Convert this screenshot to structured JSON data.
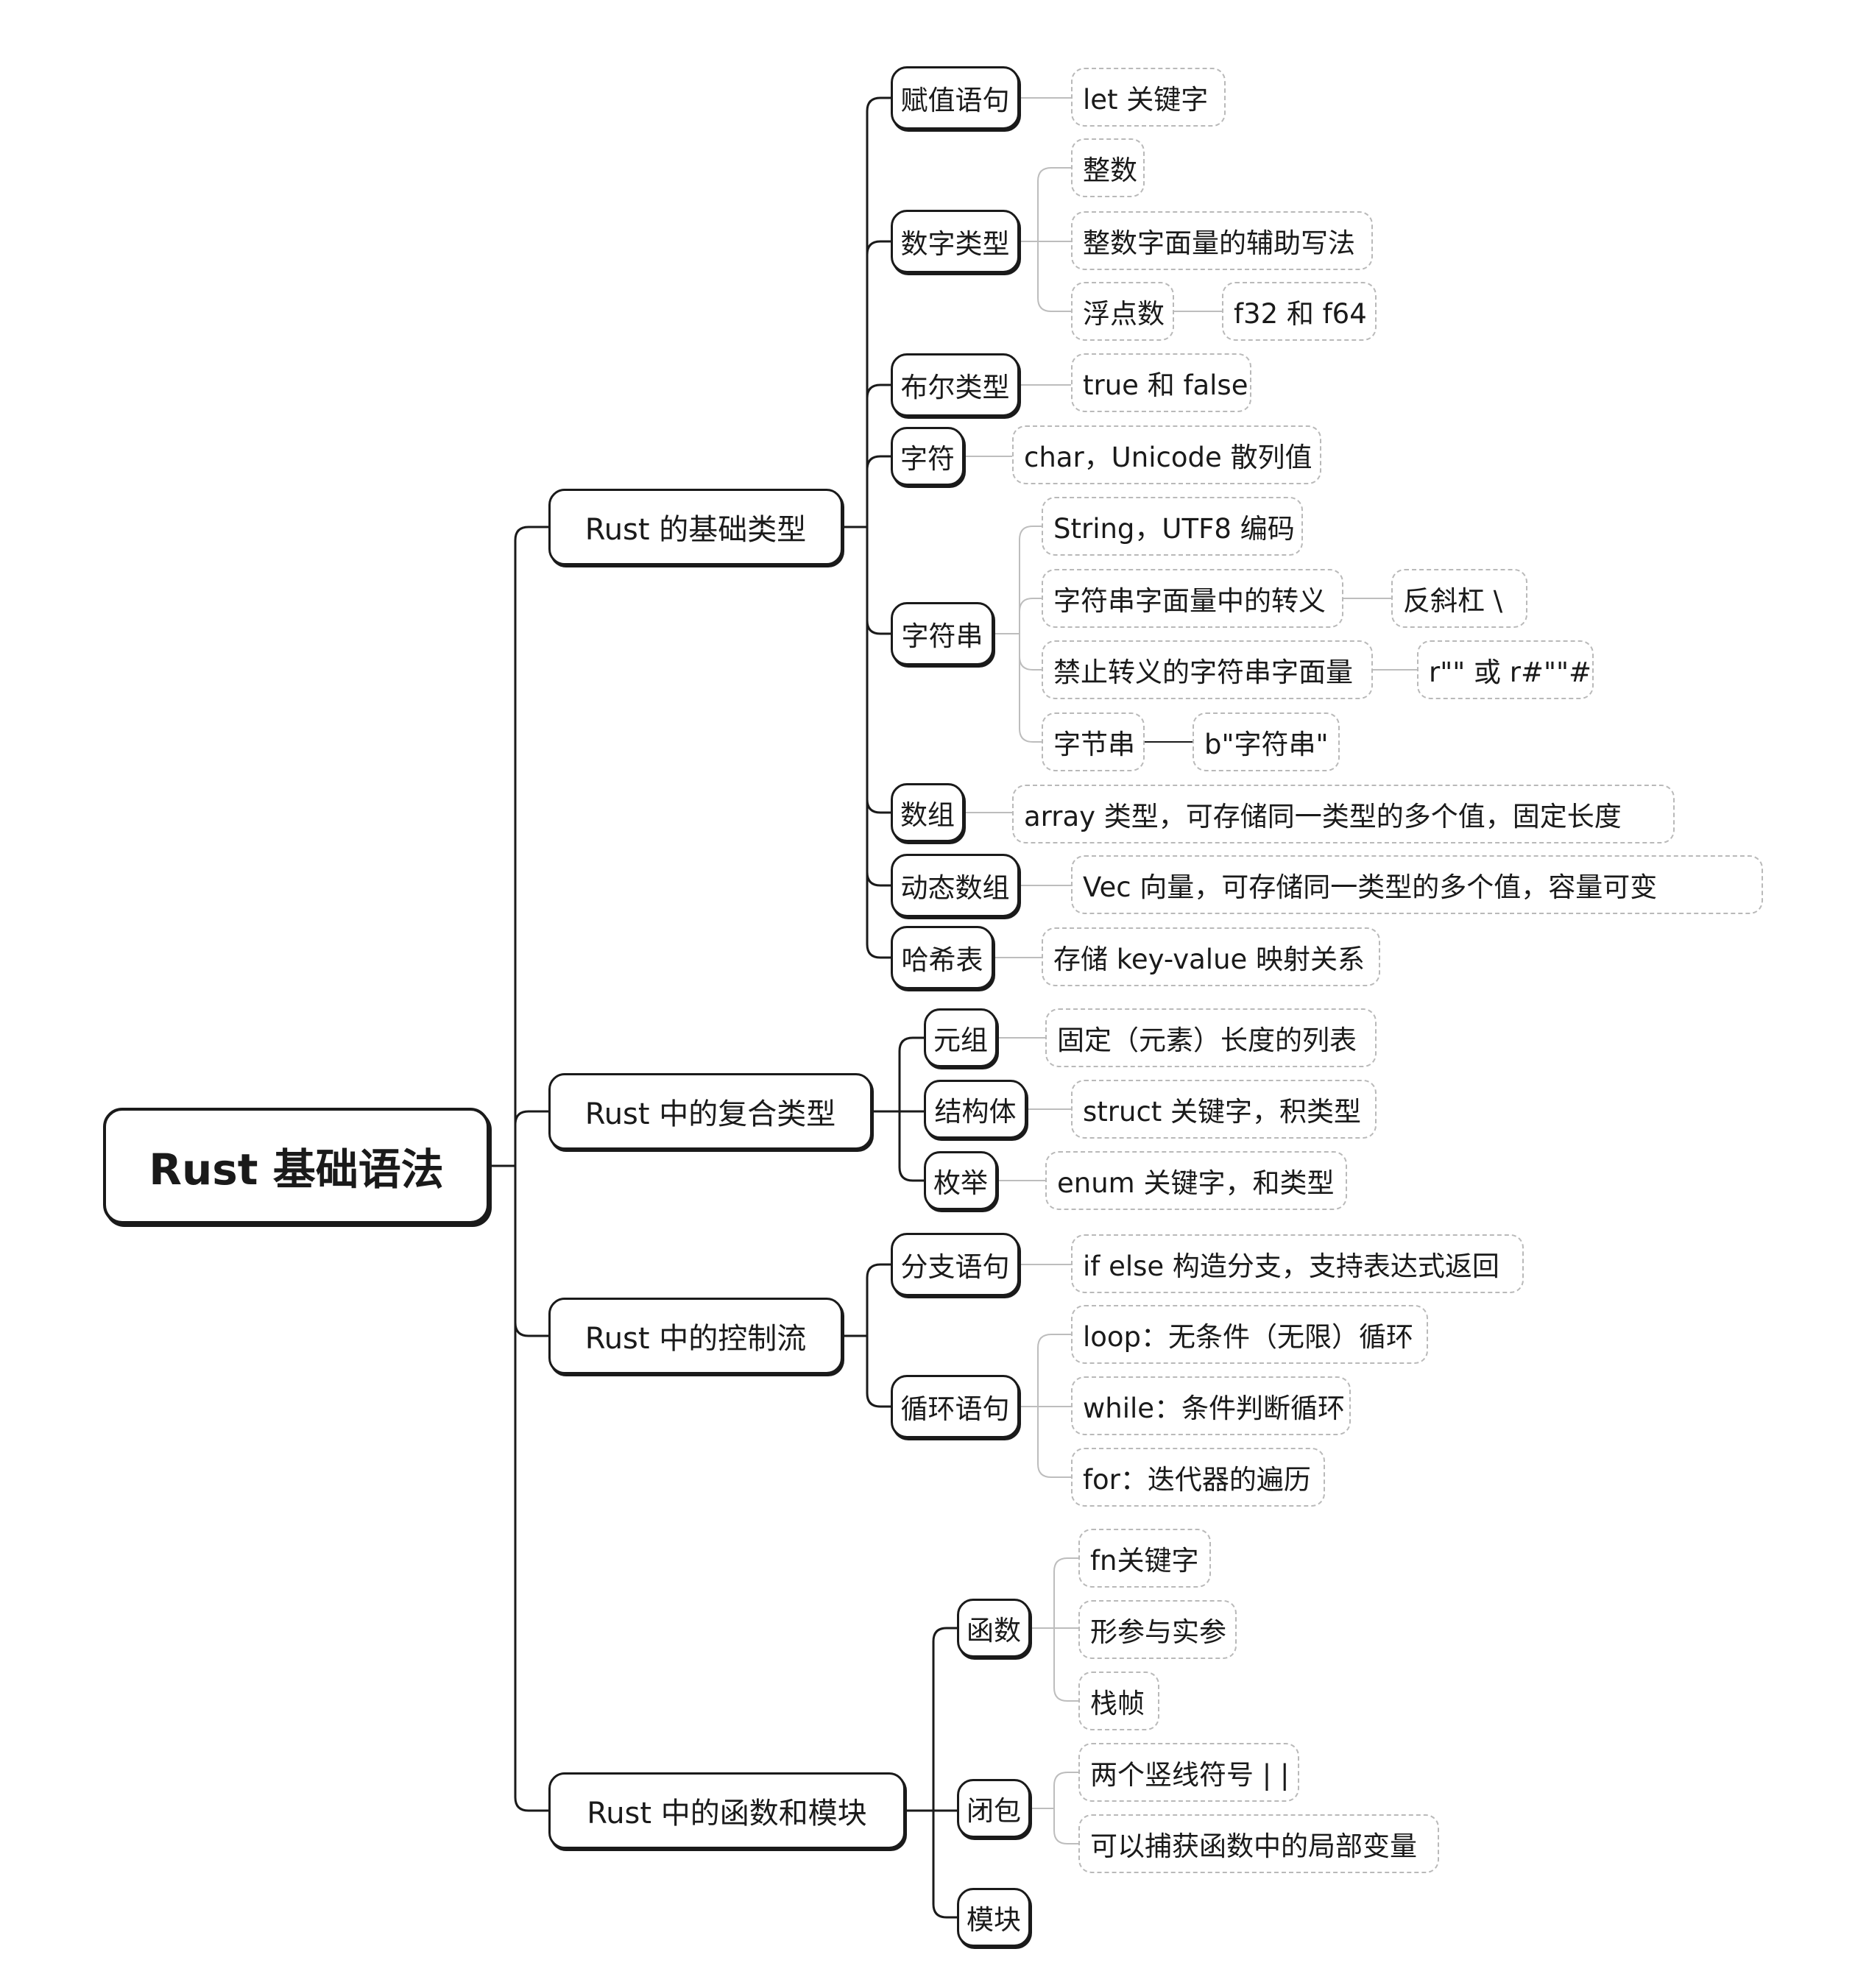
{
  "root": "Rust 基础语法",
  "categories": {
    "basic_types": {
      "label": "Rust 的基础类型",
      "assignment": {
        "label": "赋值语句",
        "items": [
          "let 关键字"
        ]
      },
      "number": {
        "label": "数字类型",
        "items": [
          "整数",
          "整数字面量的辅助写法",
          "浮点数"
        ],
        "float_detail": "f32 和 f64"
      },
      "bool": {
        "label": "布尔类型",
        "items": [
          "true 和 false"
        ]
      },
      "char": {
        "label": "字符",
        "items": [
          "char，Unicode 散列值"
        ]
      },
      "string": {
        "label": "字符串",
        "items": [
          "String，UTF8 编码",
          "字符串字面量中的转义",
          "禁止转义的字符串字面量",
          "字节串"
        ],
        "escape_detail": "反斜杠 \\",
        "raw_detail": "r\"\" 或 r#\"\"#",
        "bytes_detail": "b\"字符串\""
      },
      "array": {
        "label": "数组",
        "items": [
          "array 类型，可存储同一类型的多个值，固定长度"
        ]
      },
      "vec": {
        "label": "动态数组",
        "items": [
          "Vec 向量，可存储同一类型的多个值，容量可变"
        ]
      },
      "hashmap": {
        "label": "哈希表",
        "items": [
          "存储 key-value 映射关系"
        ]
      }
    },
    "compound_types": {
      "label": "Rust 中的复合类型",
      "tuple": {
        "label": "元组",
        "items": [
          "固定（元素）长度的列表"
        ]
      },
      "struct": {
        "label": "结构体",
        "items": [
          "struct 关键字，积类型"
        ]
      },
      "enum": {
        "label": "枚举",
        "items": [
          "enum 关键字，和类型"
        ]
      }
    },
    "control_flow": {
      "label": "Rust 中的控制流",
      "branch": {
        "label": "分支语句",
        "items": [
          "if else 构造分支，支持表达式返回"
        ]
      },
      "loop": {
        "label": "循环语句",
        "items": [
          "loop：无条件（无限）循环",
          "while：条件判断循环",
          "for：迭代器的遍历"
        ]
      }
    },
    "functions_modules": {
      "label": "Rust 中的函数和模块",
      "function": {
        "label": "函数",
        "items": [
          "fn关键字",
          "形参与实参",
          "栈帧"
        ]
      },
      "closure": {
        "label": "闭包",
        "items": [
          "两个竖线符号 | |",
          "可以捕获函数中的局部变量"
        ]
      },
      "module": {
        "label": "模块"
      }
    }
  }
}
